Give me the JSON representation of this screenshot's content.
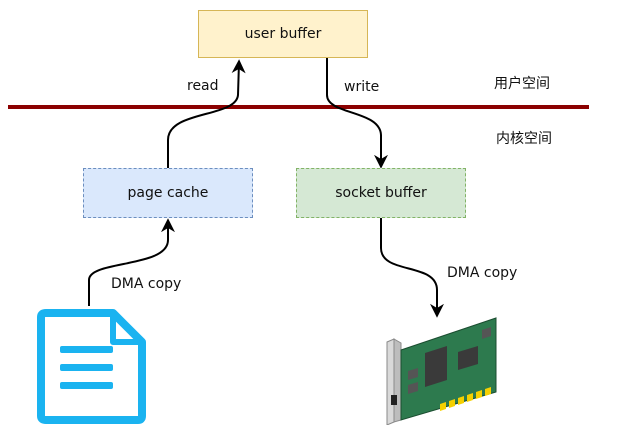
{
  "boxes": {
    "user_buffer": "user buffer",
    "page_cache": "page cache",
    "socket_buffer": "socket buffer"
  },
  "arrows": {
    "read": "read",
    "write": "write",
    "dma_copy_left": "DMA copy",
    "dma_copy_right": "DMA copy"
  },
  "regions": {
    "user_space": "用户空间",
    "kernel_space": "内核空间"
  },
  "icons": {
    "file": "document-icon",
    "nic": "network-card-icon"
  },
  "colors": {
    "divider": "#8b0000",
    "user_buffer_fill": "#fff2cc",
    "page_cache_fill": "#dae8fc",
    "socket_buffer_fill": "#d5e8d4",
    "file_icon": "#1ab3f0",
    "nic_board": "#2d7a4e"
  }
}
